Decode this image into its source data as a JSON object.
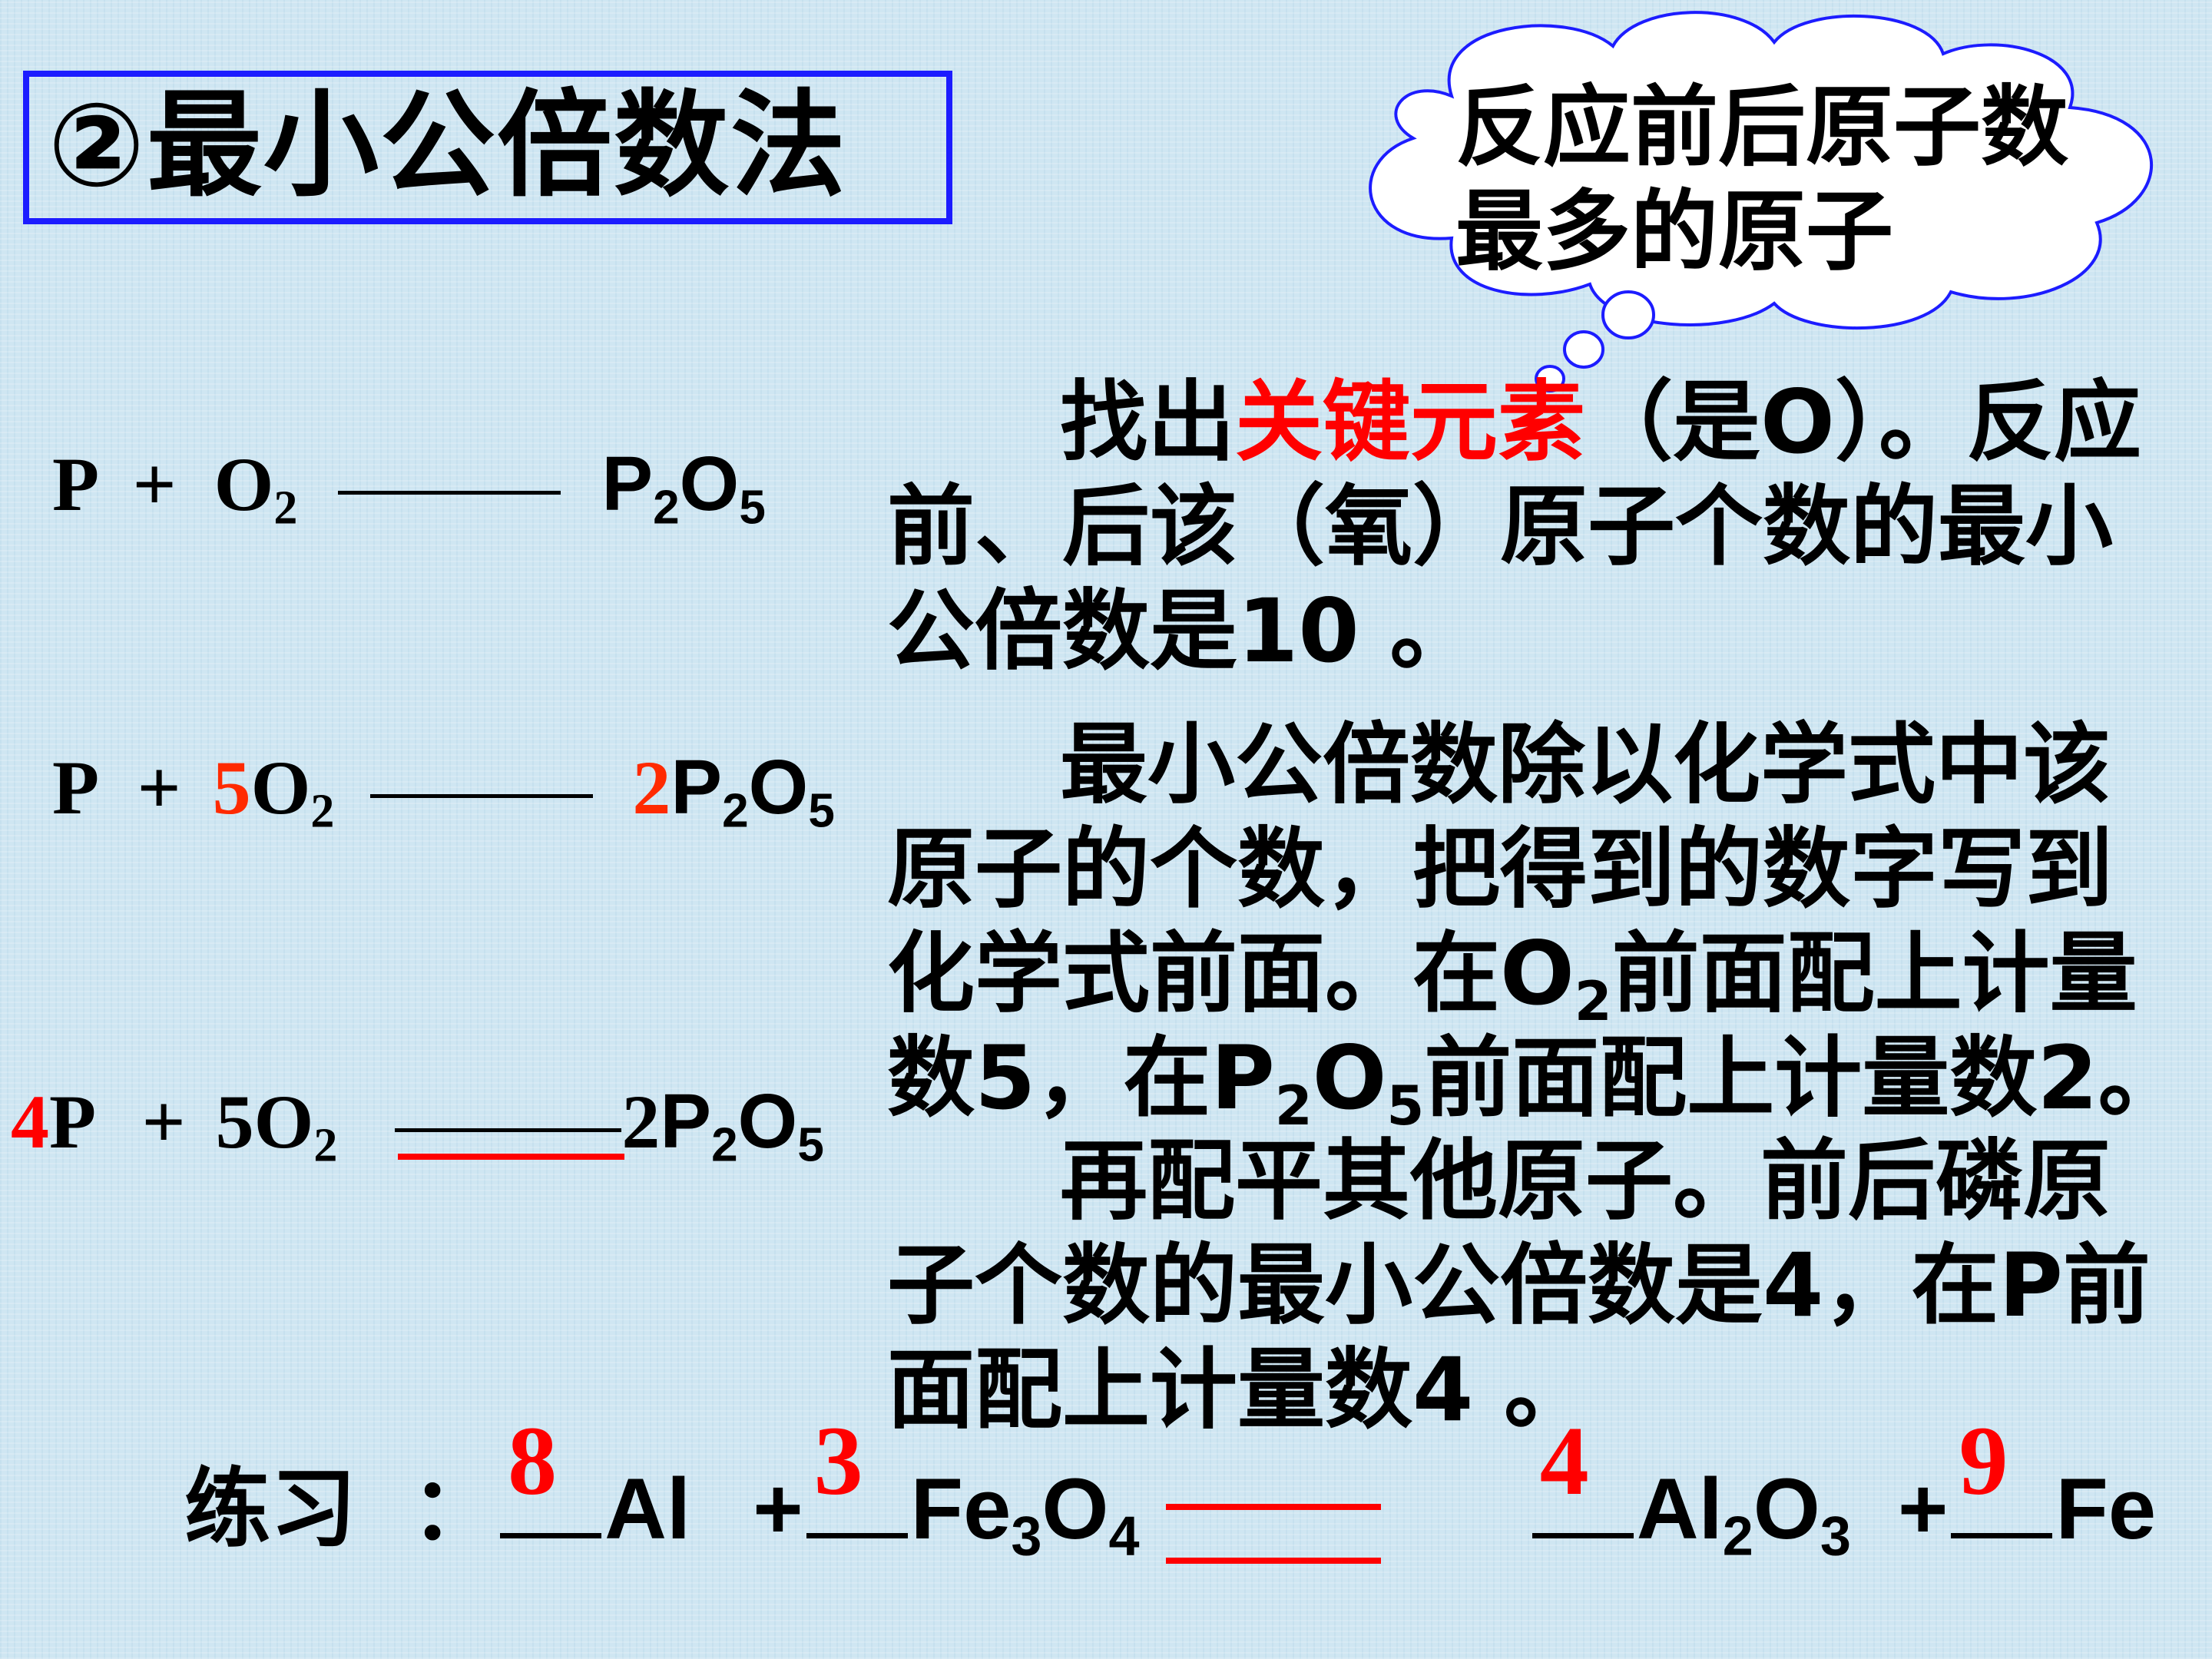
{
  "title": "②最小公倍数法",
  "cloud": {
    "line1": "反应前后原子数",
    "line2": "最多的原子"
  },
  "equations": [
    {
      "lhs_coef1": "",
      "lhs_sym1": "P",
      "plus": "+",
      "lhs_coef2": "",
      "lhs_sym2": "O",
      "lhs_sub2": "2",
      "rhs_coef": "",
      "rhs_p": "P",
      "rhs_p_sub": "2",
      "rhs_o": "O",
      "rhs_o_sub": "5"
    },
    {
      "lhs_coef1": "",
      "lhs_sym1": "P",
      "plus": "+",
      "lhs_coef2": "5",
      "lhs_sym2": "O",
      "lhs_sub2": "2",
      "rhs_coef": "2",
      "rhs_p": "P",
      "rhs_p_sub": "2",
      "rhs_o": "O",
      "rhs_o_sub": "5"
    },
    {
      "lhs_coef1": "4",
      "lhs_sym1": "P",
      "plus": "+",
      "lhs_coef2": "5",
      "lhs_sym2": "O",
      "lhs_sub2": "2",
      "rhs_coef": "2",
      "rhs_p": "P",
      "rhs_p_sub": "2",
      "rhs_o": "O",
      "rhs_o_sub": "5"
    }
  ],
  "para1": {
    "prefix": "找出",
    "highlight": "关键元素",
    "suffix": "（是O）。反应前、后该（氧）原子个数的最小公倍数是10 。"
  },
  "para2": {
    "text_a": "最小公倍数除以化学式中该原子的个数，把得到的数字写到化学式前面。在O",
    "sub_a": "2",
    "text_b": "前面配上计量数5，在P",
    "sub_b": "2",
    "text_c": "O",
    "sub_c": "5",
    "text_d": "前面配上计量数2。"
  },
  "para3": {
    "text": "再配平其他原子。前后磷原子个数的最小公倍数是4，在P前面配上计量数4 。"
  },
  "practice": {
    "label": "练习",
    "colon": "：",
    "answers": [
      "8",
      "3",
      "4",
      "9"
    ],
    "t_al": "Al",
    "plus": "+",
    "t_fe": "Fe",
    "t_fe_sub": "3",
    "t_o": "O",
    "t_o_sub": "4",
    "t_al2": "Al",
    "t_al2_sub": "2",
    "t_o2": "O",
    "t_o2_sub": "3",
    "t_fe2": "Fe"
  },
  "colors": {
    "title_border": "#1c1cff",
    "cloud_outline": "#1c1cff",
    "highlight": "#ff0000",
    "coefficient": "#ff2a00"
  }
}
